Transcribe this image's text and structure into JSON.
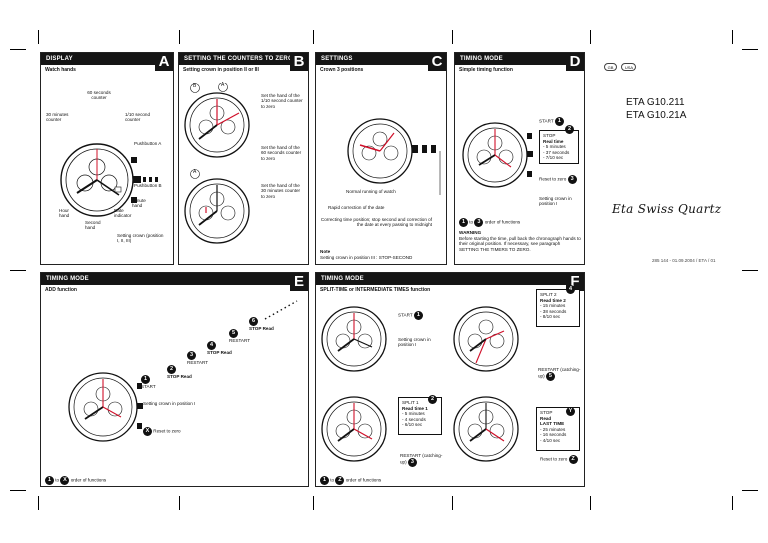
{
  "country_flags": [
    "GB",
    "USA"
  ],
  "model": {
    "line1": "ETA G10.211",
    "line2": "ETA G10.21A"
  },
  "brand_signature": "Eta Swiss Quartz",
  "doc_ref": "285 144 - 01.09.2004 / ETA / 01",
  "panels": {
    "A": {
      "title": "DISPLAY",
      "letter": "A",
      "subtitle": "Watch hands",
      "labels": {
        "sixty_sec": "60 seconds counter",
        "thirty_min": "30 minutes counter",
        "tenth_sec": "1/10 second counter",
        "push_a": "Pushbutton A",
        "push_b": "Pushbutton B",
        "hour_hand": "Hour hand",
        "second_hand": "Second hand",
        "date_ind": "Date indicator",
        "minute_hand": "Minute hand",
        "crown": "Setting crown (position I, II, III)"
      }
    },
    "B": {
      "title": "SETTING THE COUNTERS TO ZERO",
      "letter": "B",
      "subtitle": "Setting crown in position II or III",
      "text1": "Set the hand of the 1/10 second counter to zero",
      "text2": "Set the hand of the 60 seconds counter to zero",
      "text3": "Set the hand of the 30 minutes counter to zero",
      "btn_a": "A",
      "btn_b": "B"
    },
    "C": {
      "title": "SETTINGS",
      "letter": "C",
      "subtitle": "Crown 3 positions",
      "normal": "Normal running of watch",
      "rapid": "Rapid correction of the date",
      "correct": "Correcting time position; stop second and correction of the date at every passing to midnight",
      "note_title": "Note",
      "note": "Setting crown in position III : STOP-SECOND"
    },
    "D": {
      "title": "TIMING MODE",
      "letter": "D",
      "subtitle": "Simple timing function",
      "start": "START",
      "stop": "STOP",
      "real_time": "Real time",
      "rt_lines": [
        "- 5 minutes",
        "- 37 seconds",
        "- 7/10 sec"
      ],
      "reset": "Reset to zero",
      "crown": "Setting crown in position I",
      "order": "order of functions",
      "to": "to",
      "warning_title": "WARNING",
      "warning": "Before starting the time, pull back the chronograph hands to their original position. If necessary, see paragraph SETTING THE TIMERS TO ZERO."
    },
    "E": {
      "title": "TIMING MODE",
      "letter": "E",
      "subtitle": "ADD function",
      "steps": [
        "START",
        "STOP Read",
        "RESTART",
        "STOP Read",
        "RESTART",
        "STOP Read"
      ],
      "crown": "Setting crown in position I",
      "reset": "Reset to zero",
      "order": "order of functions",
      "to": "to"
    },
    "F": {
      "title": "TIMING MODE",
      "letter": "F",
      "subtitle": "SPLIT-TIME or INTERMEDIATE TIMES function",
      "start": "START",
      "crown": "Setting crown in position I",
      "split1": {
        "head": "SPLIT 1",
        "read": "Read time 1",
        "lines": [
          "- 5 minutes",
          "- 4 seconds",
          "- 6/10 sec"
        ]
      },
      "split2": {
        "head": "SPLIT 2",
        "read": "Read time 2",
        "lines": [
          "- 15 minutes",
          "- 38 seconds",
          "- 8/10 sec"
        ]
      },
      "restart": "RESTART (catching-up)",
      "stop": {
        "head": "STOP",
        "read": "Read",
        "last": "LAST TIME",
        "lines": [
          "- 25 minutes",
          "- 16 seconds",
          "- 4/10 sec"
        ]
      },
      "reset": "Reset to zero",
      "order": "order of functions",
      "to": "to"
    }
  }
}
